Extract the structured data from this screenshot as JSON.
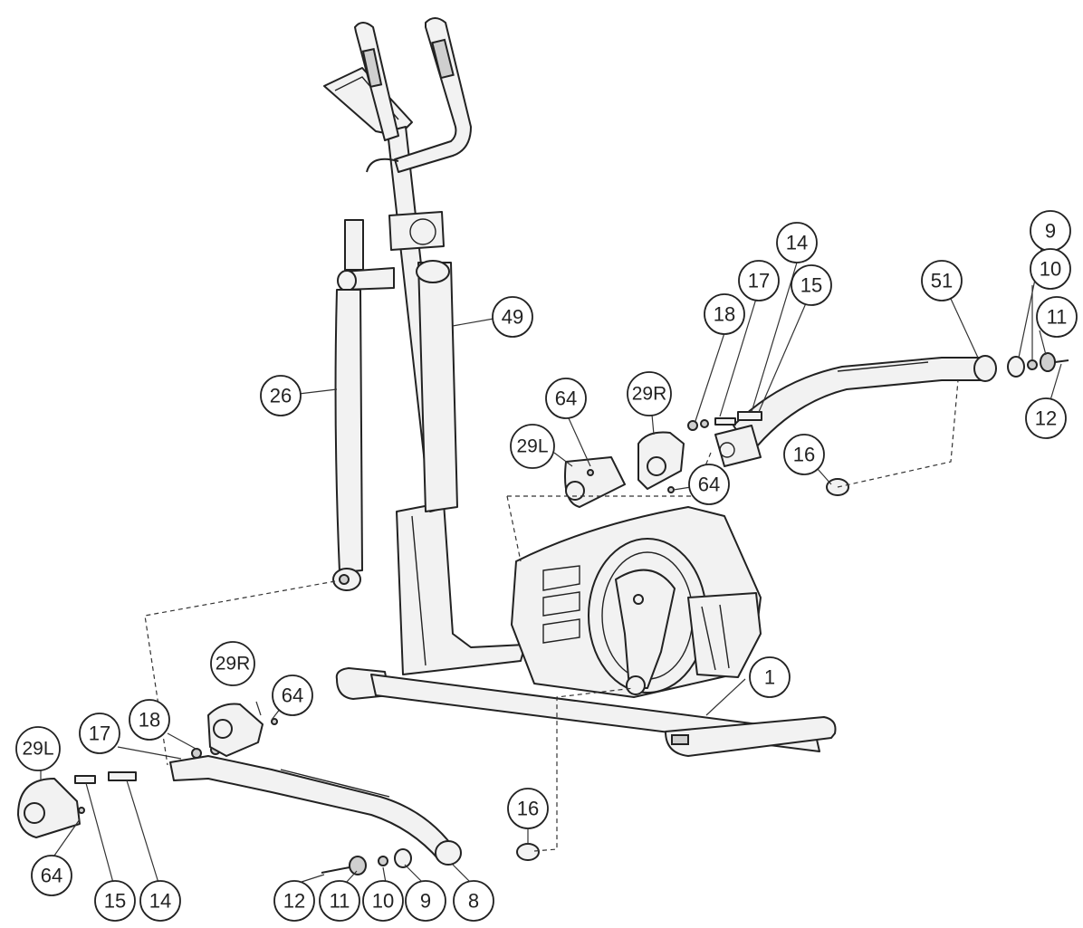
{
  "labels": {
    "c1": "1",
    "c8": "8",
    "c9_top": "9",
    "c10_top": "10",
    "c11_top": "11",
    "c12_top": "12",
    "c9_bot": "9",
    "c10_bot": "10",
    "c11_bot": "11",
    "c12_bot": "12",
    "c14_top": "14",
    "c15_top": "15",
    "c16_top": "16",
    "c17_top": "17",
    "c18_top": "18",
    "c14_bot": "14",
    "c15_bot": "15",
    "c16_bot": "16",
    "c17_bot": "17",
    "c18_bot": "18",
    "c26": "26",
    "c29L_top": "29L",
    "c29R_top": "29R",
    "c29L_bot": "29L",
    "c29R_bot": "29R",
    "c49": "49",
    "c51": "51",
    "c64_top1": "64",
    "c64_top2": "64",
    "c64_bot1": "64",
    "c64_bot2": "64"
  }
}
